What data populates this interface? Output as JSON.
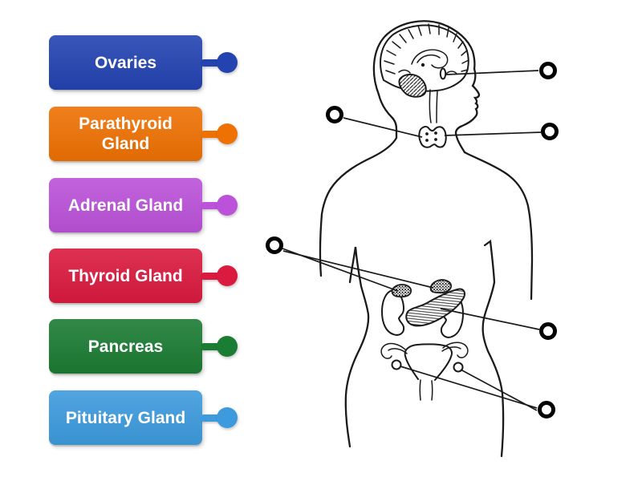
{
  "background_color": "#ffffff",
  "labels": [
    {
      "text": "Ovaries",
      "color": "#2343b1"
    },
    {
      "text": "Parathyroid Gland",
      "color": "#ee7103"
    },
    {
      "text": "Adrenal Gland",
      "color": "#bb52d9"
    },
    {
      "text": "Thyroid Gland",
      "color": "#da1a3f"
    },
    {
      "text": "Pancreas",
      "color": "#1b7c33"
    },
    {
      "text": "Pituitary Gland",
      "color": "#3d9bdd"
    }
  ]
}
